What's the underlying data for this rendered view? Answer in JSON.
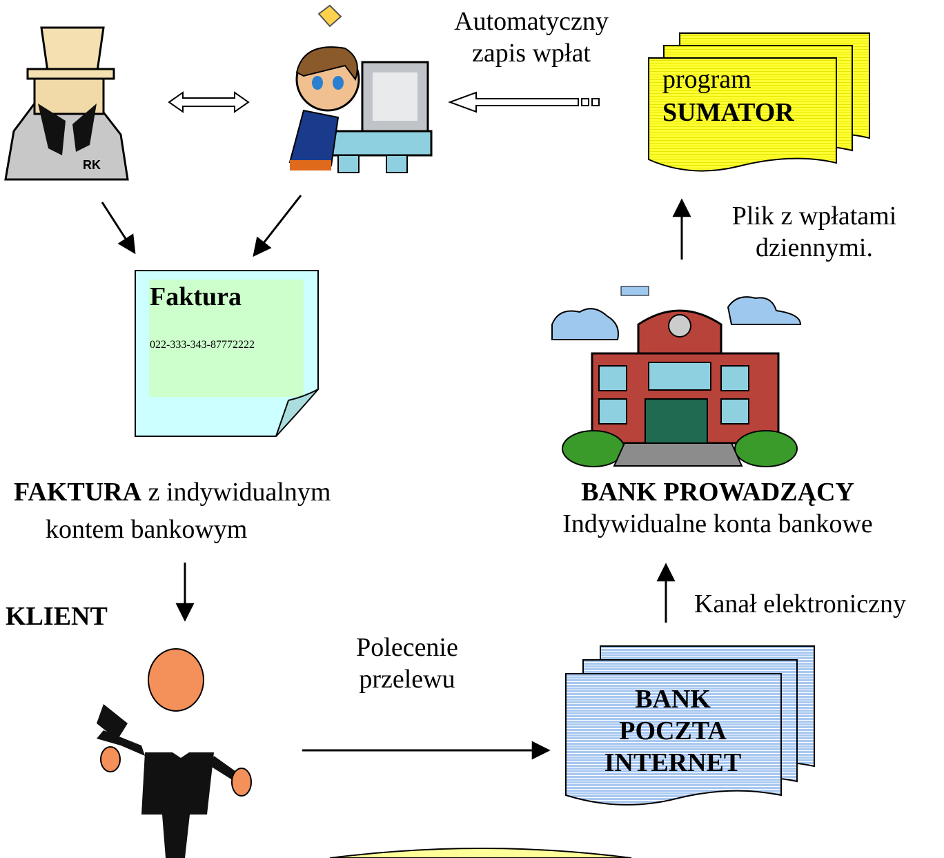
{
  "top": {
    "automatic_line1": "Automatyczny",
    "automatic_line2": "zapis wpłat",
    "program_label": "program",
    "program_name": "SUMATOR"
  },
  "invoice": {
    "doc_title": "Faktura",
    "doc_number": "022-333-343-87772222",
    "caption_bold": "FAKTURA",
    "caption_rest": " z indywidualnym",
    "caption_line2": "kontem bankowym"
  },
  "bank": {
    "file_line1": "Plik z wpłatami",
    "file_line2": "dziennymi.",
    "title": "BANK PROWADZĄCY",
    "subtitle": "Indywidualne konta bankowe",
    "channel": "Kanał elektroniczny"
  },
  "client": {
    "label": "KLIENT",
    "transfer_line1": "Polecenie",
    "transfer_line2": "przelewu"
  },
  "channels": {
    "line1": "BANK",
    "line2": "POCZTA",
    "line3": "INTERNET"
  },
  "icons": {
    "inspector": "inspector-figure-icon",
    "clerk": "clerk-at-computer-icon",
    "building": "bank-building-icon",
    "client": "client-figure-icon"
  },
  "colors": {
    "program_doc": "#ffff33",
    "invoice_page": "#ccffff",
    "invoice_inner": "#ccffcc",
    "channel_doc": "#a8c8f0",
    "bottom_shape": "#ffff99"
  }
}
